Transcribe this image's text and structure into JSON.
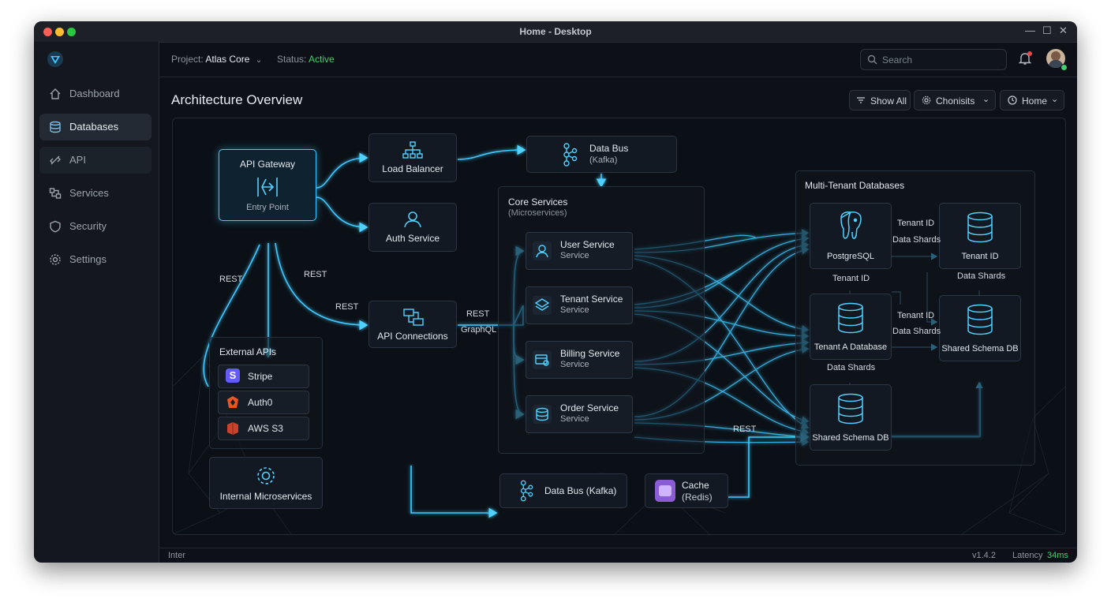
{
  "window": {
    "title": "Home - Desktop"
  },
  "sidebar": {
    "items": [
      {
        "label": "Dashboard",
        "icon": "home-icon"
      },
      {
        "label": "Databases",
        "icon": "database-icon"
      },
      {
        "label": "API",
        "icon": "api-icon"
      },
      {
        "label": "Services",
        "icon": "services-icon"
      },
      {
        "label": "Security",
        "icon": "shield-icon"
      },
      {
        "label": "Settings",
        "icon": "gear-icon"
      }
    ],
    "active": "Databases"
  },
  "topbar": {
    "project_prefix": "Project:",
    "project_name": "Atlas Core",
    "status_prefix": "Status:",
    "status_value": "Active",
    "search_placeholder": "Search"
  },
  "main": {
    "title": "Architecture Overview",
    "toolbar": {
      "show_all": "Show All",
      "filter": "Chonisits",
      "view": "Home"
    }
  },
  "diagram": {
    "api_gateway": {
      "title": "API Gateway",
      "sub": "Entry Point"
    },
    "load_balancer": "Load Balancer",
    "auth_service": "Auth Service",
    "api_connections": "API Connections",
    "data_bus_top": {
      "title": "Data Bus",
      "sub": "(Kafka)"
    },
    "core": {
      "title": "Core Services",
      "sub": "(Microservices)",
      "services": [
        {
          "name": "User Service",
          "sub": "Service"
        },
        {
          "name": "Tenant Service",
          "sub": "Service"
        },
        {
          "name": "Billing Service",
          "sub": "Service"
        },
        {
          "name": "Order Service",
          "sub": "Service"
        }
      ]
    },
    "external": {
      "title": "External APIs",
      "items": [
        "Stripe",
        "Auth0",
        "AWS S3"
      ]
    },
    "internal": "Internal Microservices",
    "data_bus_bottom": "Data Bus (Kafka)",
    "cache": {
      "title": "Cache",
      "sub": "(Redis)"
    },
    "edge_labels": {
      "rest": "REST",
      "graphql": "GraphQL"
    },
    "mt": {
      "title": "Multi-Tenant Databases",
      "postgres": "PostgreSQL",
      "tenant_id": "Tenant ID",
      "data_shards": "Data Shards",
      "tenant_a": "Tenant A Database",
      "shared_schema": "Shared Schema DB"
    }
  },
  "footer": {
    "left": "Inter",
    "version": "v1.4.2",
    "latency_label": "Latency",
    "latency_value": "34ms"
  },
  "colors": {
    "accent": "#3fc8ff",
    "status_active": "#3fcf6f",
    "background": "#0d1117"
  }
}
